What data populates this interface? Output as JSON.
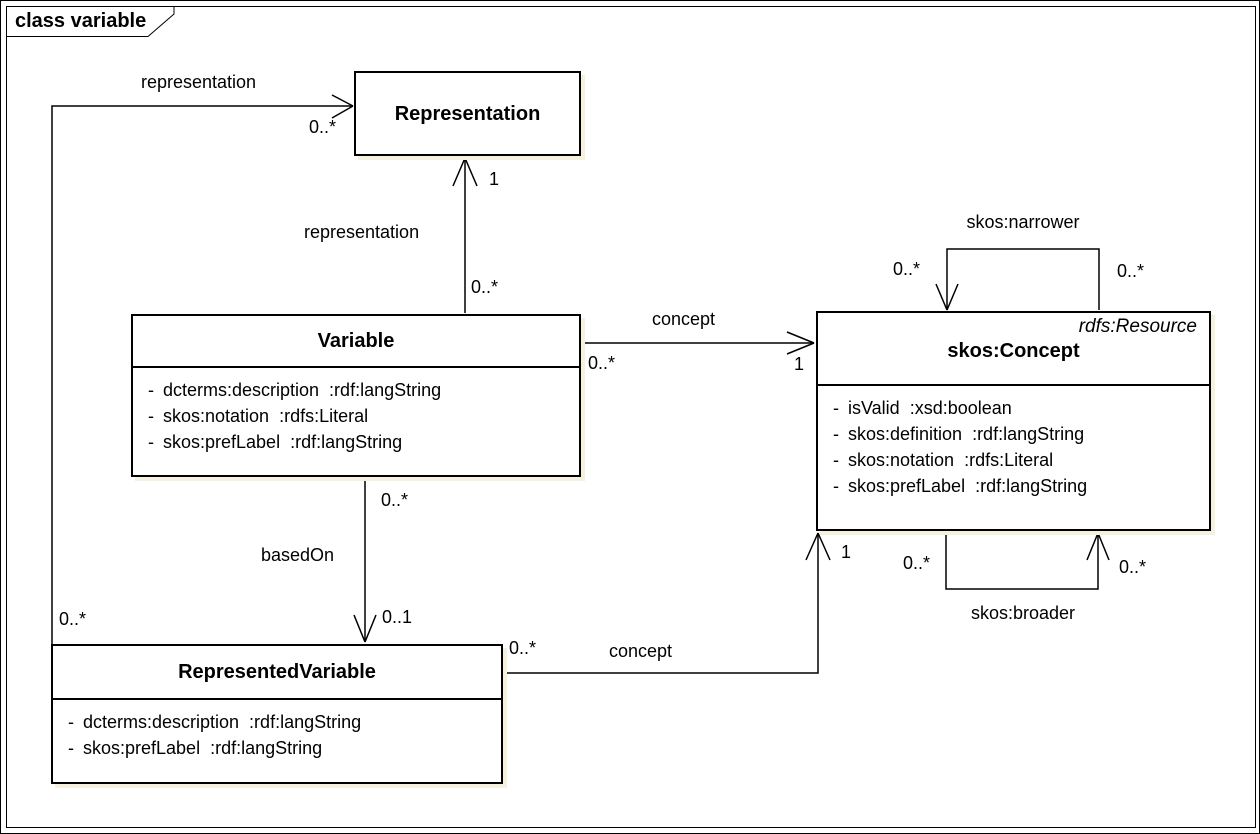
{
  "frame": {
    "title": "class variable"
  },
  "ui": {
    "dash": "-"
  },
  "classes": {
    "representation": {
      "name": "Representation"
    },
    "variable": {
      "name": "Variable",
      "attributes": [
        "dcterms:description  :rdf:langString",
        "skos:notation  :rdfs:Literal",
        "skos:prefLabel  :rdf:langString"
      ]
    },
    "concept": {
      "stereotype": "rdfs:Resource",
      "name": "skos:Concept",
      "attributes": [
        "isValid  :xsd:boolean",
        "skos:definition  :rdf:langString",
        "skos:notation  :rdfs:Literal",
        "skos:prefLabel  :rdf:langString"
      ]
    },
    "represented_variable": {
      "name": "RepresentedVariable",
      "attributes": [
        "dcterms:description  :rdf:langString",
        "skos:prefLabel  :rdf:langString"
      ]
    }
  },
  "associations": {
    "rv_to_representation": {
      "name": "representation",
      "source_mult": "0..*",
      "target_mult": "0..*"
    },
    "variable_to_representation": {
      "name": "representation",
      "source_mult": "0..*",
      "target_mult": "1"
    },
    "variable_to_concept": {
      "name": "concept",
      "source_mult": "0..*",
      "target_mult": "1"
    },
    "variable_basedon_rv": {
      "name": "basedOn",
      "source_mult": "0..*",
      "target_mult": "0..1"
    },
    "rv_to_concept": {
      "name": "concept",
      "source_mult": "0..*",
      "target_mult": "1"
    },
    "concept_narrower": {
      "name": "skos:narrower",
      "left_mult": "0..*",
      "right_mult": "0..*"
    },
    "concept_broader": {
      "name": "skos:broader",
      "left_mult": "0..*",
      "right_mult": "0..*"
    }
  },
  "colors": {
    "line": "#000000",
    "box_fill": "#ffffff",
    "shadow": "#f6f1de",
    "text": "#000000"
  }
}
